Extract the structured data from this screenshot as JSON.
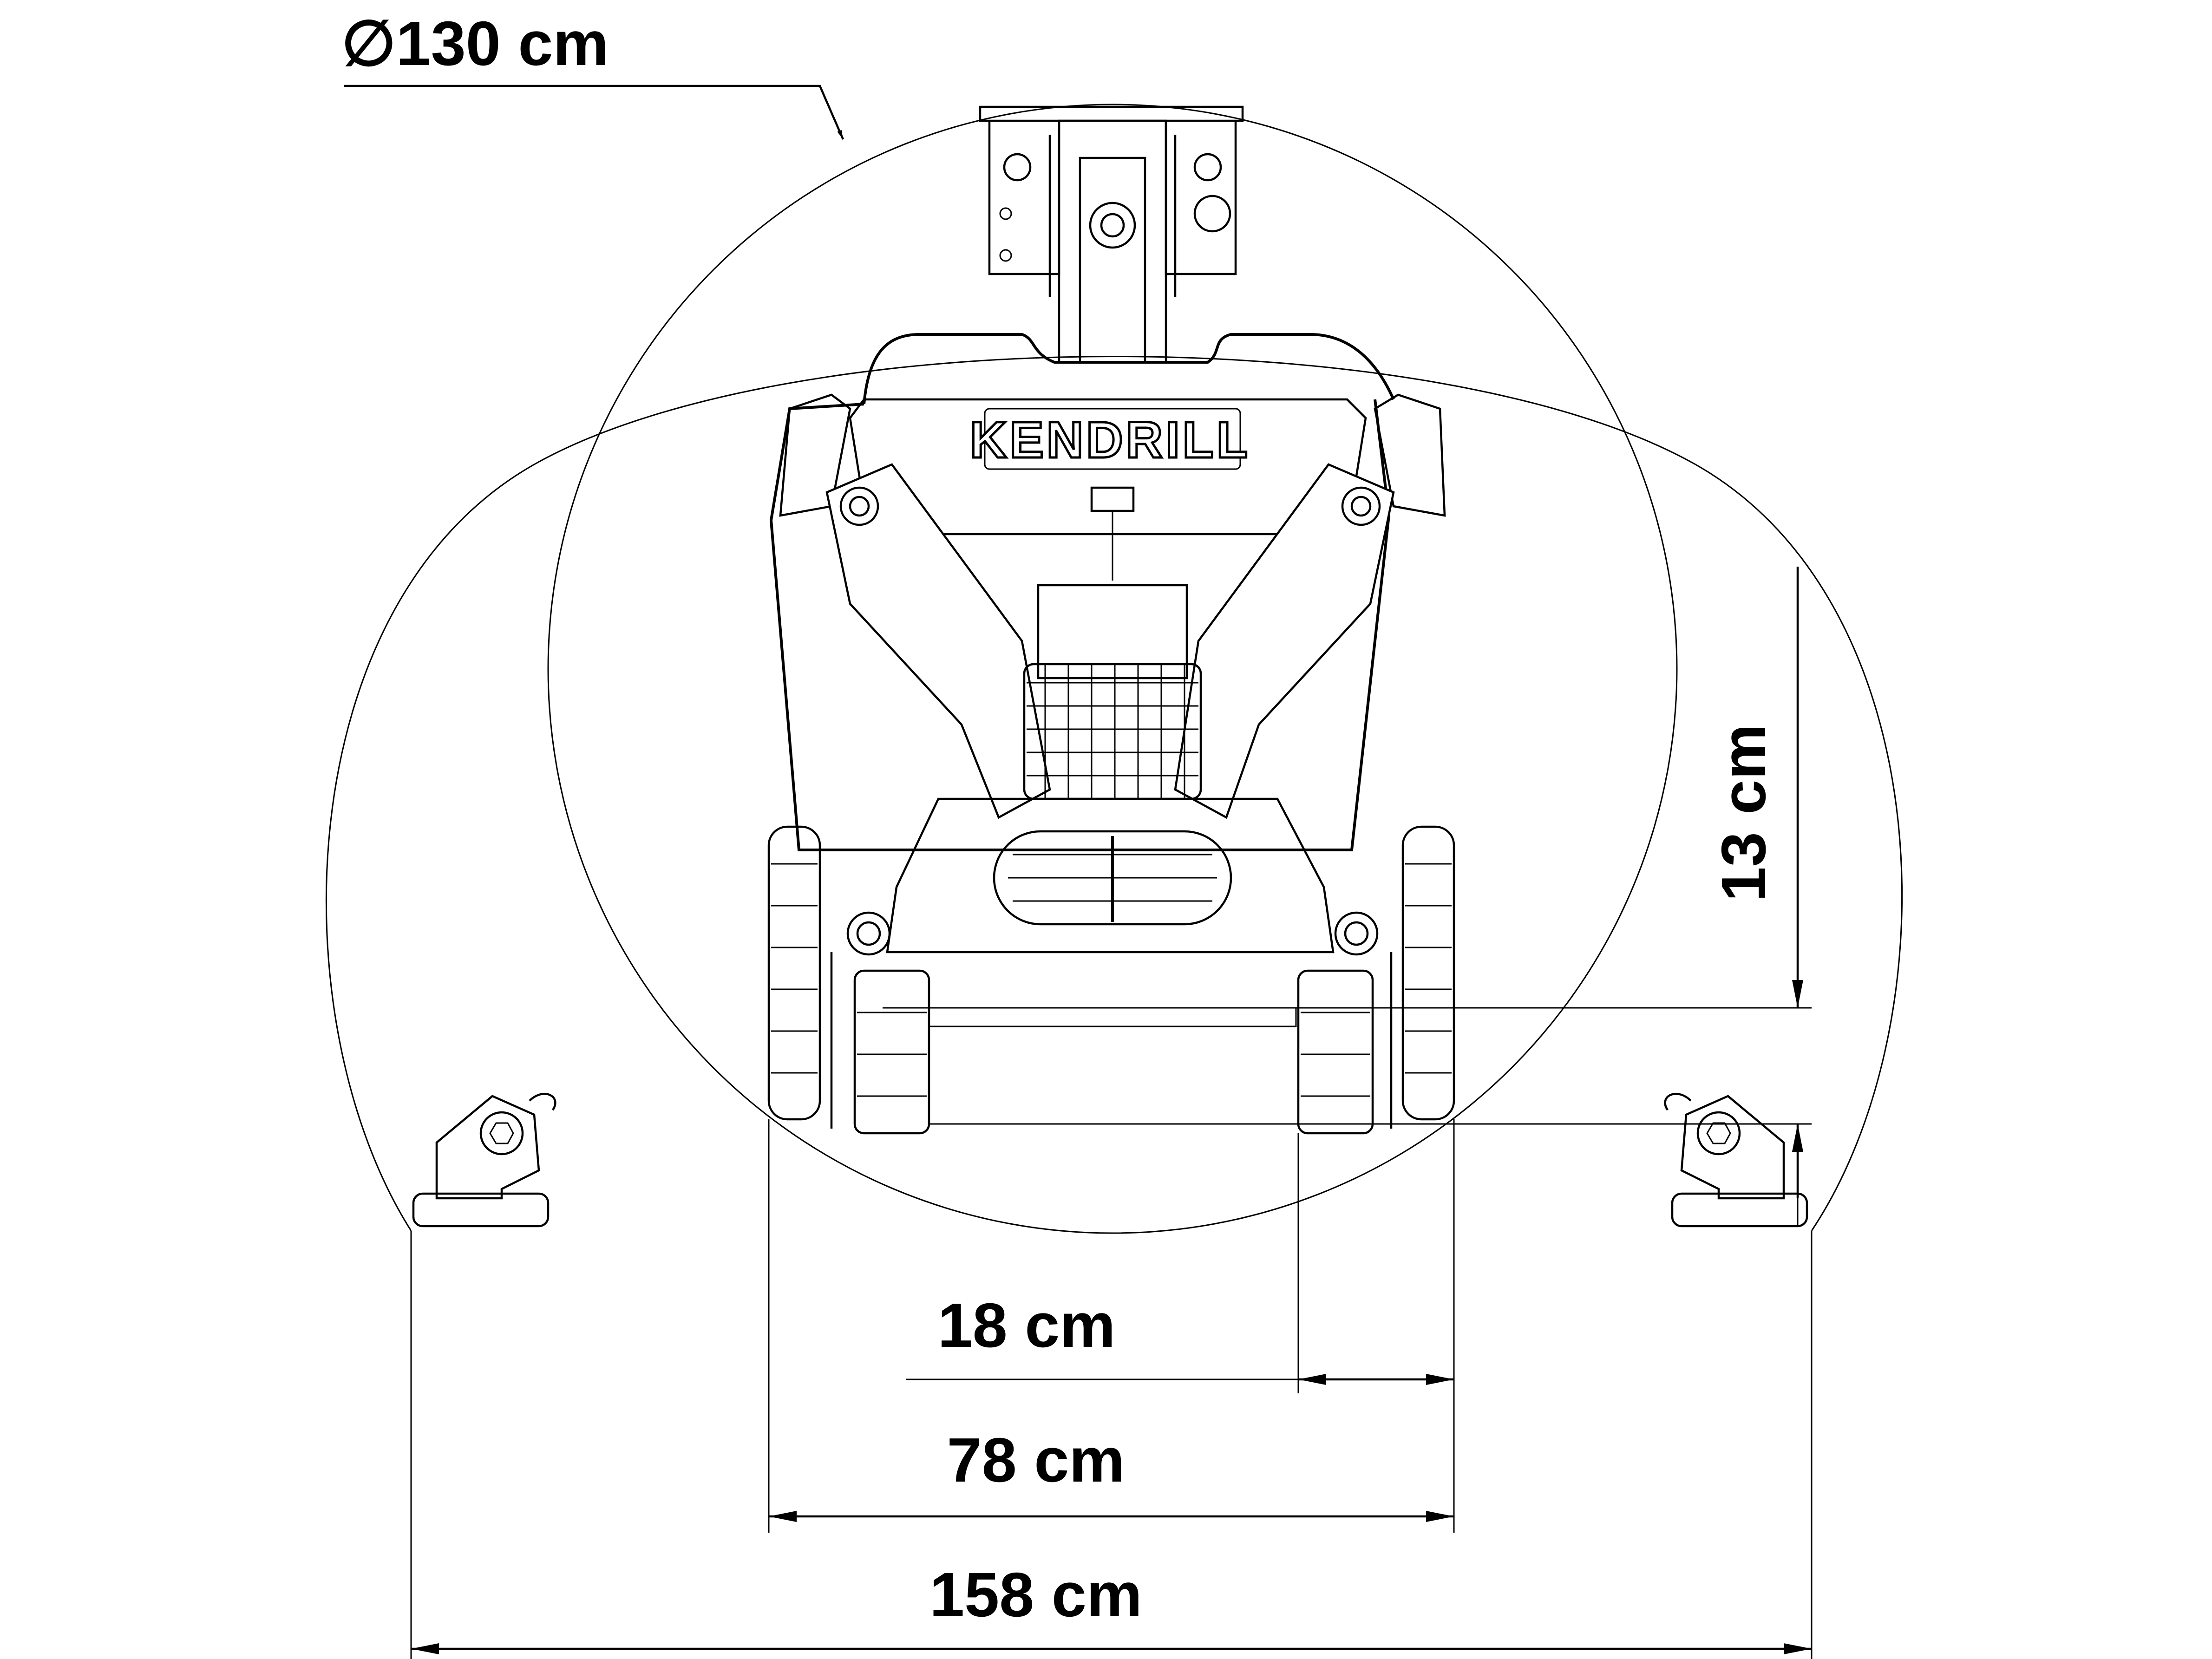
{
  "dimensions": {
    "diameter_label": "∅130 cm",
    "height_label": "13 cm",
    "track_width_label": "18 cm",
    "track_span_label": "78 cm",
    "outrigger_span_label": "158 cm"
  },
  "machine": {
    "brand_logo": "KENDRILL"
  },
  "colors": {
    "line": "#000000",
    "background": "#ffffff"
  }
}
